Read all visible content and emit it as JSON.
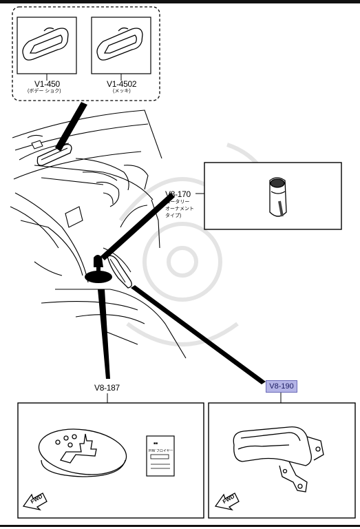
{
  "parts": {
    "mirror_body": {
      "code": "V1-450",
      "desc": "(ボデー ショク)"
    },
    "mirror_chrome": {
      "code": "V1-4502",
      "desc": "(メッキ)"
    },
    "knob": {
      "code": "V8-170",
      "desc_lines": [
        "(ロータリー",
        "オーナメント",
        "タイプ)"
      ]
    },
    "shift_plate": {
      "code": "V8-187"
    },
    "handbrake": {
      "code": "V8-190"
    }
  },
  "fwd_label": "FWD",
  "leaflet": {
    "heading": "■■",
    "line": "P/W フロイヤー"
  },
  "colors": {
    "highlight": "#b4b4e6",
    "line": "#000000"
  }
}
